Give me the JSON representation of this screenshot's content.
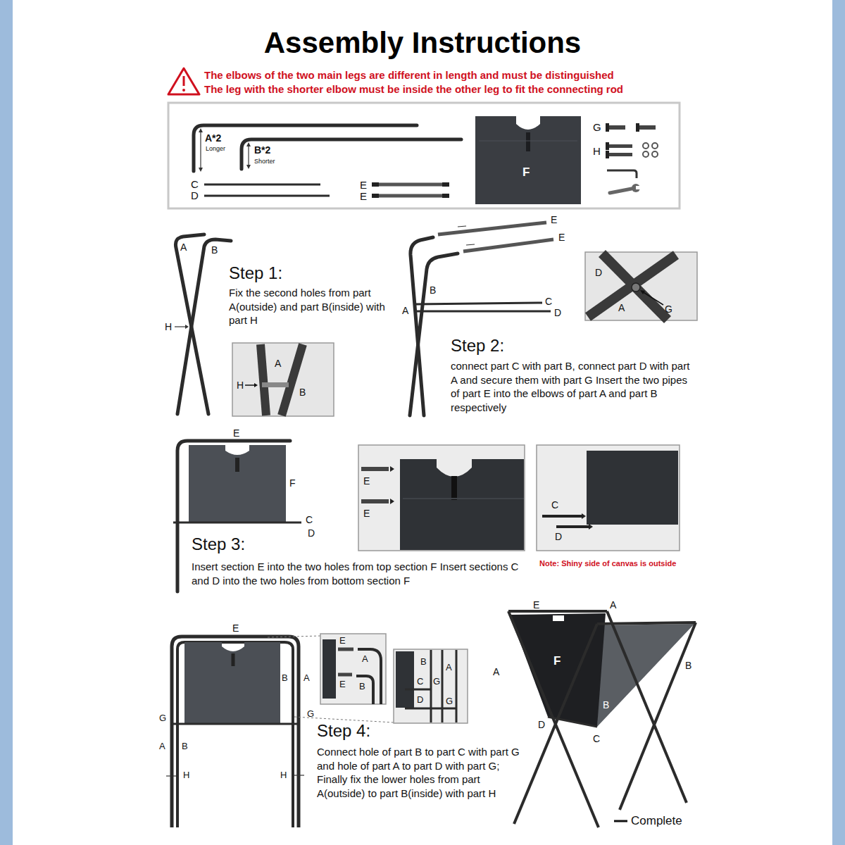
{
  "diagram": {
    "title": "Assembly Instructions",
    "labels": [
      "The elbows of the two main legs are different in length and must be distinguished",
      "The leg with the shorter elbow must be inside the other leg to fit the connecting rod",
      "A*2",
      "Longer",
      "B*2",
      "Shorter",
      "C",
      "D",
      "E",
      "E",
      "F",
      "G",
      "H",
      "A",
      "B",
      "H",
      "Step 1:",
      "Fix the second holes from part A(outside) and part B(inside) with part H",
      "A",
      "H",
      "B",
      "E",
      "E",
      "B",
      "A",
      "C",
      "D",
      "D",
      "A",
      "G",
      "Step 2:",
      "connect part C with part B, connect part D with part A and secure them with part G Insert the two pipes of part E into the elbows of part A and part B respectively",
      "E",
      "F",
      "C",
      "D",
      "Step 3:",
      "Insert section E into the two holes from top section F Insert sections C and D into the two holes from bottom section F",
      "E",
      "E",
      "C",
      "D",
      "Note: Shiny side of canvas is outside",
      "E",
      "B",
      "A",
      "G",
      "G",
      "A",
      "B",
      "H",
      "H",
      "E",
      "A",
      "E",
      "B",
      "B",
      "A",
      "C",
      "G",
      "D",
      "G",
      "Step 4:",
      "Connect hole of part B to part C with part G and hole of part A to part D with part G; Finally fix the lower holes from part A(outside) to part B(inside) with part H",
      "E",
      "A",
      "F",
      "A",
      "B",
      "B",
      "D",
      "C",
      "Complete"
    ]
  }
}
